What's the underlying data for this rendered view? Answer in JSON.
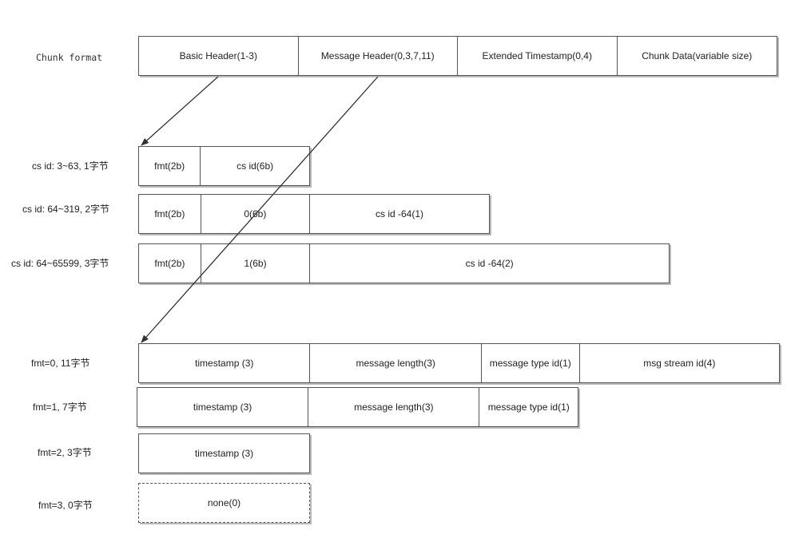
{
  "chunk_format": {
    "label": "Chunk format",
    "fields": [
      "Basic Header(1-3)",
      "Message Header(0,3,7,11)",
      "Extended Timestamp(0,4)",
      "Chunk Data(variable size)"
    ]
  },
  "basic_header_rows": [
    {
      "label": "cs id: 3~63, 1字节",
      "fields": [
        "fmt(2b)",
        "cs id(6b)"
      ]
    },
    {
      "label": "cs id: 64~319, 2字节",
      "fields": [
        "fmt(2b)",
        "0(6b)",
        "cs id -64(1)"
      ]
    },
    {
      "label": "cs id: 64~65599, 3字节",
      "fields": [
        "fmt(2b)",
        "1(6b)",
        "cs id -64(2)"
      ]
    }
  ],
  "message_header_rows": [
    {
      "label": "fmt=0, 11字节",
      "fields": [
        "timestamp (3)",
        "message length(3)",
        "message type id(1)",
        "msg stream id(4)"
      ]
    },
    {
      "label": "fmt=1, 7字节",
      "fields": [
        "timestamp (3)",
        "message length(3)",
        "message type id(1)"
      ]
    },
    {
      "label": "fmt=2, 3字节",
      "fields": [
        "timestamp (3)"
      ]
    },
    {
      "label": "fmt=3, 0字节",
      "fields": [
        "none(0)"
      ]
    }
  ],
  "colors": {
    "border": "#555555",
    "shadow": "#b9b9b9",
    "arrow": "#333333"
  }
}
